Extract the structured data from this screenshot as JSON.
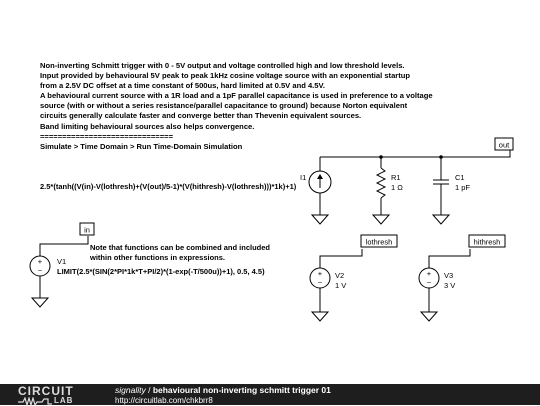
{
  "description": [
    "Non-inverting Schmitt trigger with 0 - 5V output and voltage controlled high and low threshold levels.",
    "Input provided by behavioural 5V peak to peak 1kHz cosine voltage source with an exponential startup",
    "from a 2.5V DC offset at a time constant of 500us, hard limited at 0.5V and 4.5V.",
    "A behavioural current source with a 1R load and a 1pF parallel capacitance is used in preference to a voltage",
    "source (with or without a series resistance/parallel capacitance to ground) because Norton equivalent",
    "circuits generally calculate faster and converge better than Thevenin equivalent sources.",
    "Band limiting behavioural sources also helps convergence.",
    "==============================",
    "Simulate > Time Domain > Run Time-Domain Simulation"
  ],
  "nodes": {
    "out": "out",
    "in": "in",
    "lothresh": "lothresh",
    "hithresh": "hithresh"
  },
  "components": {
    "i1": {
      "name": "I1",
      "expr": "2.5*(tanh((V(in)-V(lothresh)+(V(out)/5-1)*(V(hithresh)-V(lothresh)))*1k)+1)"
    },
    "r1": {
      "name": "R1",
      "value": "1 Ω"
    },
    "c1": {
      "name": "C1",
      "value": "1 pF"
    },
    "v1": {
      "name": "V1",
      "expr": "LIMIT(2.5*(SIN(2*PI*1k*T+PI/2)*(1-exp(-T/500u))+1), 0.5, 4.5)"
    },
    "v2": {
      "name": "V2",
      "value": "1 V"
    },
    "v3": {
      "name": "V3",
      "value": "3 V"
    }
  },
  "note": [
    "Note that functions can be combined and included",
    "within other functions in expressions."
  ],
  "footer": {
    "logo_top": "CIRCUIT",
    "logo_bottom": "LAB",
    "user": "signality",
    "separator": " / ",
    "circuit_title": "behavioural non-inverting schmitt trigger 01",
    "url": "http://circuitlab.com/chkbrr8"
  }
}
